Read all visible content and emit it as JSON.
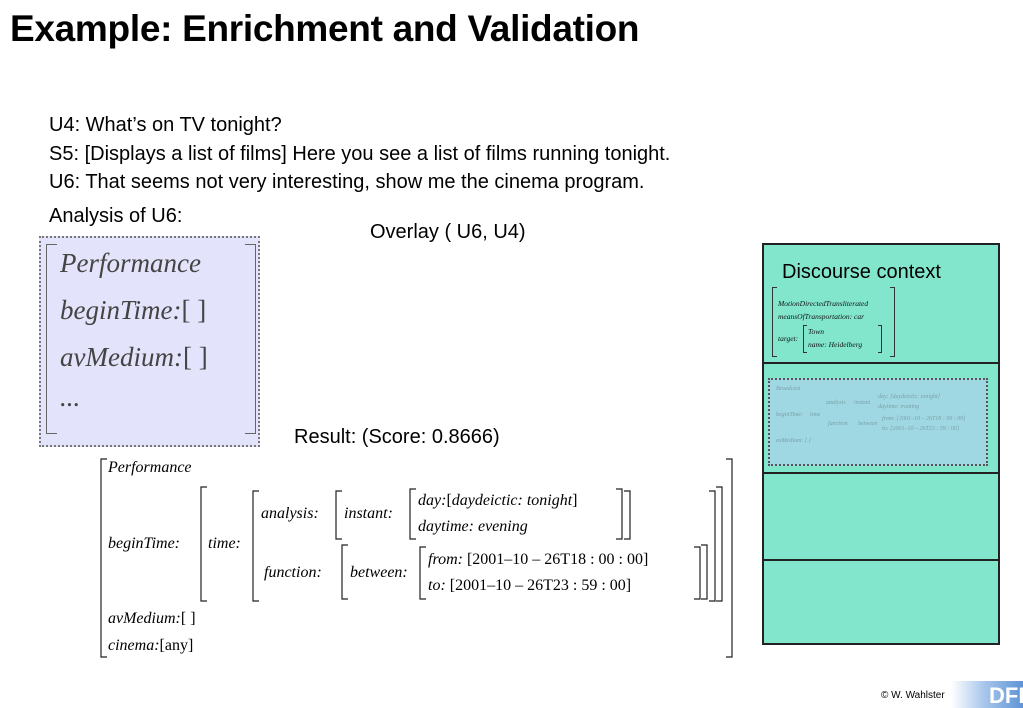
{
  "title": "Example: Enrichment and Validation",
  "dialog": [
    "U4: What’s on TV tonight?",
    "S5: [Displays a list of films] Here you see a list of films running tonight.",
    "U6: That seems not very interesting, show me the cinema program."
  ],
  "analysis_label": "Analysis of U6:",
  "overlay_label": "Overlay ( U6, U4)",
  "result_label": "Result: (Score: 0.8666)",
  "analysis_avm": {
    "type": "Performance",
    "begin_time": "beginTime:",
    "av_medium": "avMedium:",
    "empty": "[ ]",
    "ellipsis": "..."
  },
  "result_avm": {
    "type": "Performance",
    "begin_time": "beginTime:",
    "time": "time:",
    "analysis": "analysis:",
    "instant": "instant:",
    "day": "day:",
    "daydeictic": "daydeictic: tonight",
    "daytime": "daytime: evening",
    "function": "function:",
    "between": "between:",
    "from": "from:",
    "from_value": "[2001–10 – 26T18 : 00 : 00]",
    "to": "to:",
    "to_value": "[2001–10 – 26T23 : 59 : 00]",
    "av_medium": "avMedium:",
    "empty": "[ ]",
    "cinema": "cinema:",
    "cinema_value": "[any]"
  },
  "discourse": {
    "title": "Discourse context",
    "avm1": {
      "type": "MotionDirectedTransliterated",
      "means": "meansOfTransportation: car",
      "target": "target:",
      "town": "Town",
      "name": "name: Heidelberg"
    },
    "avm2": {
      "type": "Broadcast",
      "begin_time": "beginTime:",
      "time": "time",
      "analysis": "analysis",
      "instant": "instant",
      "day": "day: [daydeictic: tonight]",
      "daytime": "daytime: evening",
      "function": "function",
      "between": "between",
      "from": "from: [2001–10 – 26T18 : 00 : 00]",
      "to": "to: [2001–10 – 26T23 : 59 : 00]",
      "av_medium": "avMedium: [ ]"
    }
  },
  "copyright": "© W. Wahlster",
  "logo_text": "DFKI"
}
